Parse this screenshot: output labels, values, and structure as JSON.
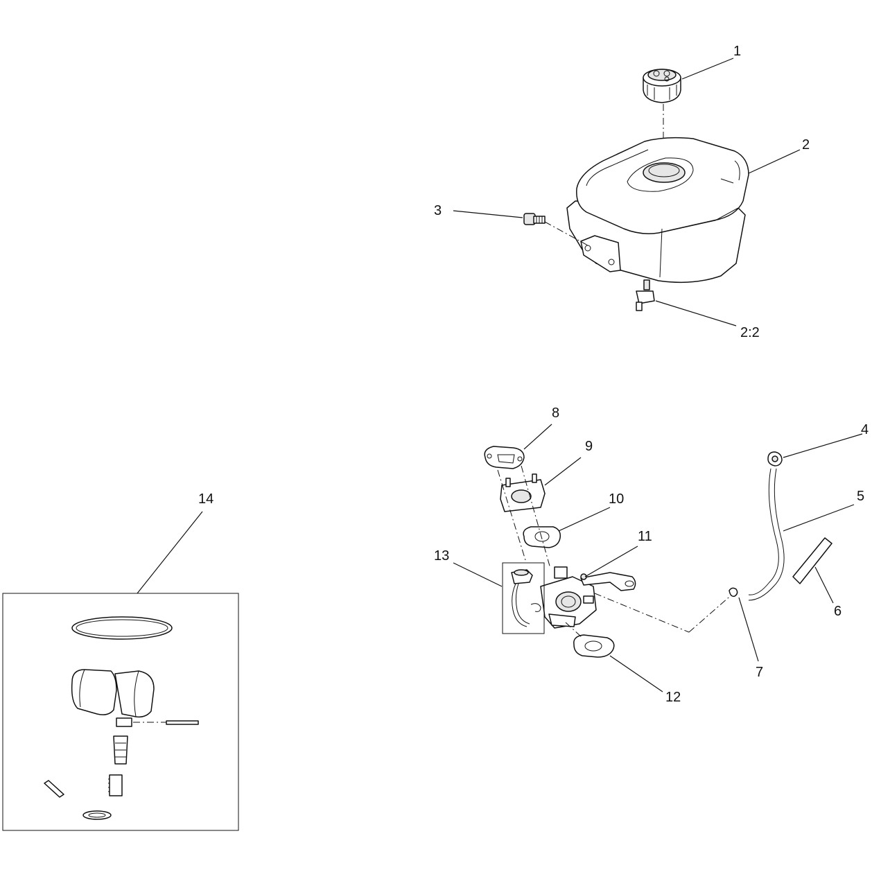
{
  "callouts": [
    {
      "id": "1",
      "label": "1"
    },
    {
      "id": "2",
      "label": "2"
    },
    {
      "id": "3",
      "label": "3"
    },
    {
      "id": "2-2",
      "label": "2:2"
    },
    {
      "id": "4",
      "label": "4"
    },
    {
      "id": "5",
      "label": "5"
    },
    {
      "id": "6",
      "label": "6"
    },
    {
      "id": "7",
      "label": "7"
    },
    {
      "id": "8",
      "label": "8"
    },
    {
      "id": "9",
      "label": "9"
    },
    {
      "id": "10",
      "label": "10"
    },
    {
      "id": "11",
      "label": "11"
    },
    {
      "id": "12",
      "label": "12"
    },
    {
      "id": "13",
      "label": "13"
    },
    {
      "id": "14",
      "label": "14"
    }
  ]
}
